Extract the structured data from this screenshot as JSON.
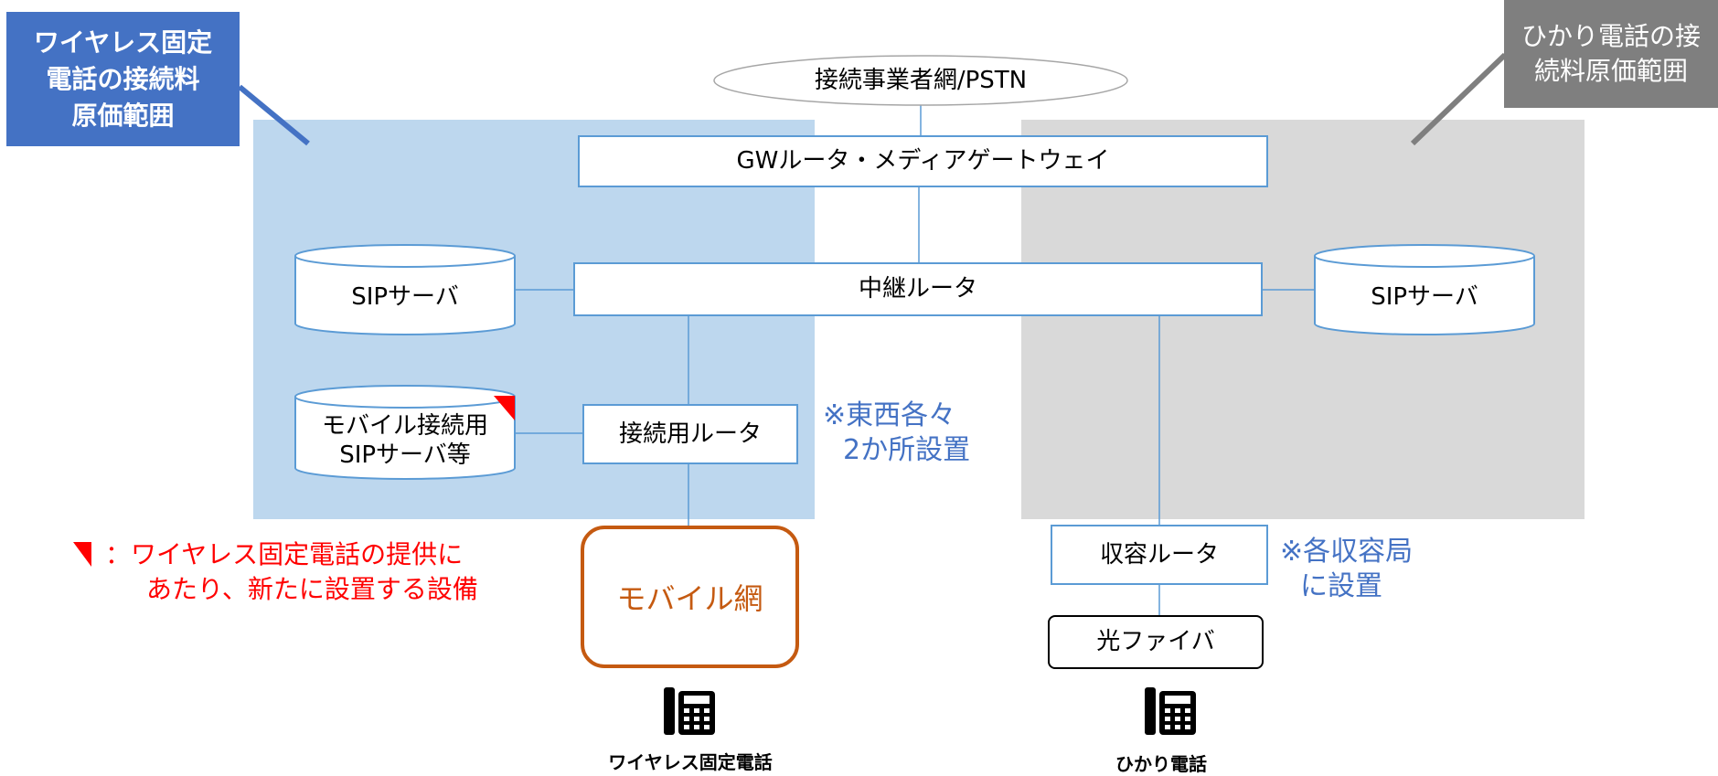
{
  "blue_label": [
    "ワイヤレス固定",
    "電話の接続料",
    "原価範囲"
  ],
  "gray_label": [
    "ひかり電話の接",
    "続料原価範囲"
  ],
  "pstn": "接続事業者網/PSTN",
  "gw_router": "GWルータ・メディアゲートウェイ",
  "relay_router": "中継ルータ",
  "sip_left": "SIPサーバ",
  "sip_right": "SIPサーバ",
  "mobile_sip": [
    "モバイル接続用",
    "SIPサーバ等"
  ],
  "connect_router": "接続用ルータ",
  "note_east_west": [
    "※東西各々",
    "2か所設置"
  ],
  "mobile_network": "モバイル網",
  "accommodation_router": "収容ルータ",
  "note_each_office": [
    "※各収容局",
    "に設置"
  ],
  "fiber": "光ファイバ",
  "legend": {
    "line1": "：ワイヤレス固定電話の提供に",
    "line2": "あたり、新たに設置する設備"
  },
  "phone_wireless": "ワイヤレス固定電話",
  "phone_hikari": "ひかり電話",
  "colors": {
    "blue_region": "#bdd7ee",
    "gray_region": "#d9d9d9",
    "blue_label_bg": "#4472c4",
    "gray_label_bg": "#7f7f7f",
    "box_border": "#5b9bd5",
    "mobile_border": "#c55a11",
    "new_marker": "#ff0000"
  }
}
